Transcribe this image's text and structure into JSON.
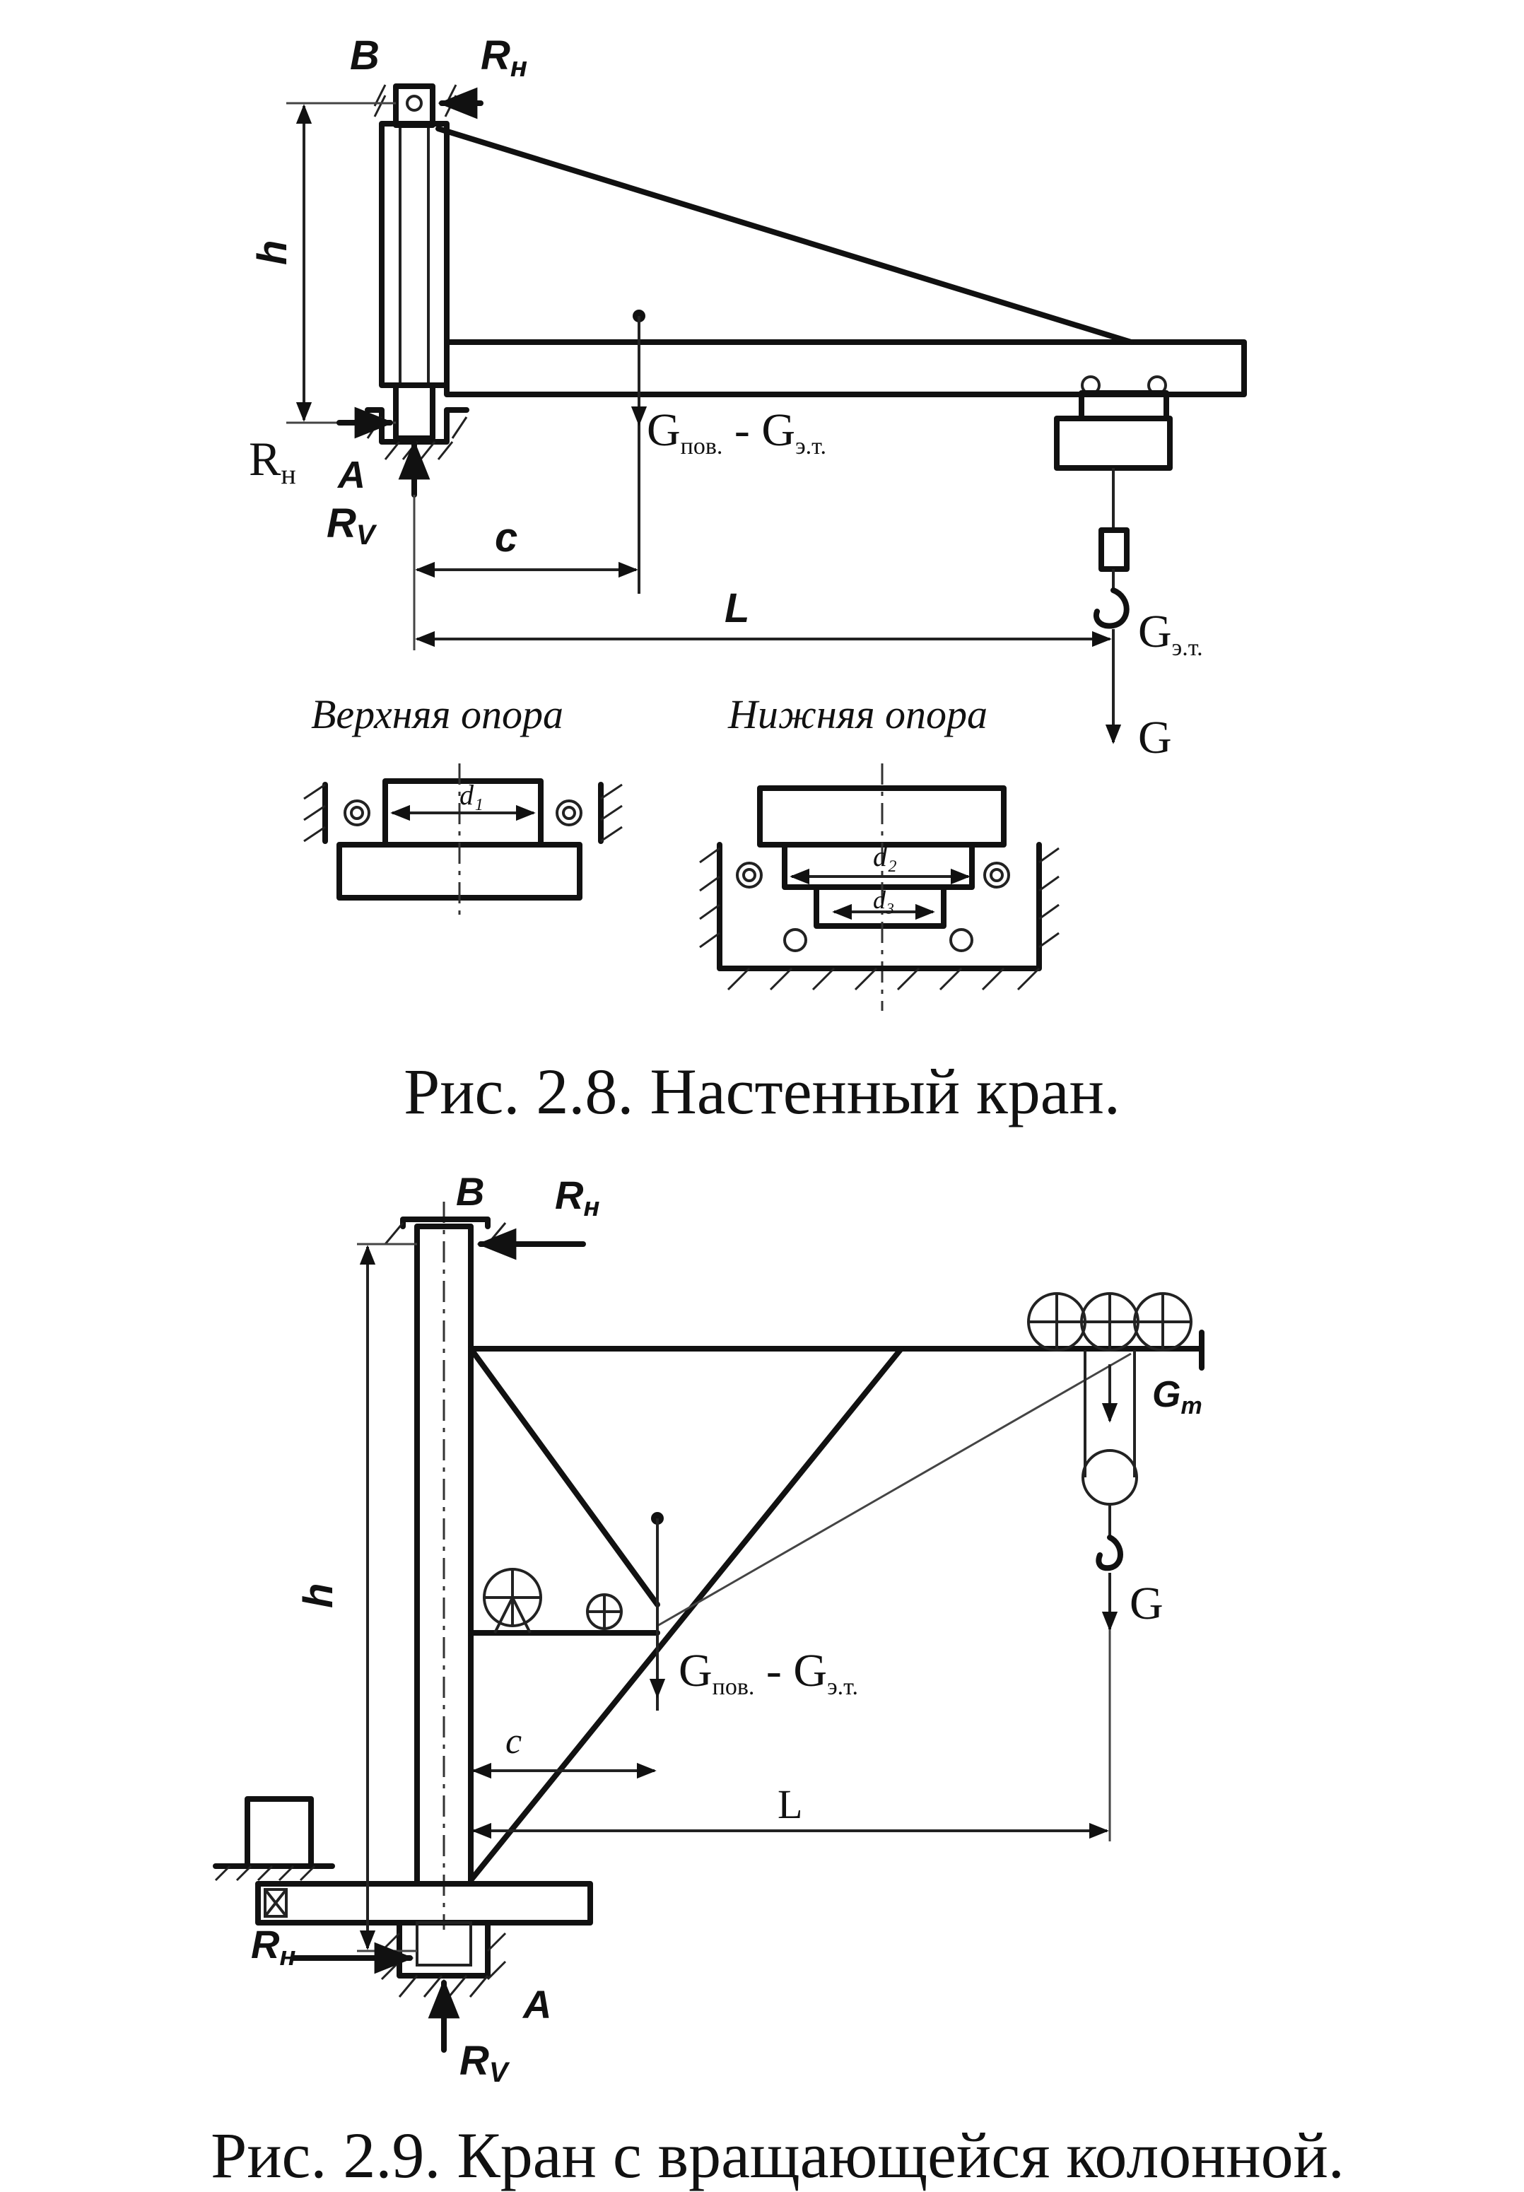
{
  "fig1": {
    "B": "B",
    "RH_top": "R",
    "RH_top_sub": "н",
    "h": "h",
    "RH_left": "R",
    "RH_left_sub": "н",
    "A": "A",
    "RV": "R",
    "RV_sub": "V",
    "c": "c",
    "L": "L",
    "g_pov": "G",
    "g_pov_sub": "пов.",
    "g_dash": " - G",
    "g_et_sub": "э.т.",
    "g_et": "G",
    "g_et_sub2": "э.т.",
    "G": "G",
    "upper_support": "Верхняя опора",
    "lower_support": "Нижняя опора",
    "d1": "d₁",
    "d2": "d₂",
    "d3": "d₃",
    "caption": "Рис. 2.8. Настенный кран."
  },
  "fig2": {
    "B": "B",
    "RH_top": "R",
    "RH_top_sub": "н",
    "h": "h",
    "GT": "G",
    "GT_sub": "т",
    "G": "G",
    "g_pov": "G",
    "g_pov_sub": "пов.",
    "g_dash": " - G",
    "g_et_sub": "э.т.",
    "c": "c",
    "L": "L",
    "RH_bot": "R",
    "RH_bot_sub": "н",
    "A": "A",
    "RV": "R",
    "RV_sub": "V",
    "caption": "Рис. 2.9. Кран с вращающейся колонной."
  }
}
